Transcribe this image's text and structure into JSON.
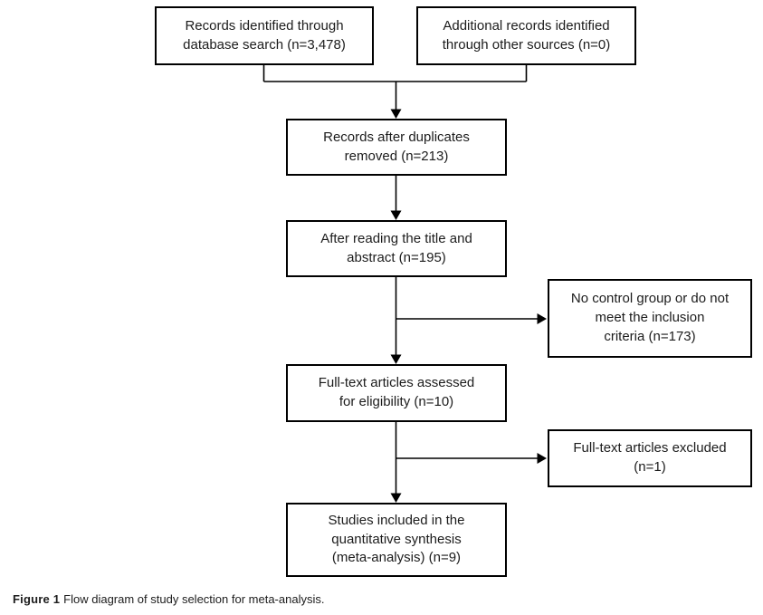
{
  "figure": {
    "caption_label": "Figure 1",
    "caption_text": "Flow diagram of study selection for meta-analysis."
  },
  "boxes": {
    "records_database": "Records identified through\ndatabase search (n=3,478)",
    "records_other": "Additional records identified\nthrough other sources (n=0)",
    "after_duplicates": "Records after duplicates\nremoved (n=213)",
    "title_abstract": "After reading the title and\nabstract (n=195)",
    "excluded_criteria": "No control group or do not\nmeet the inclusion\ncriteria (n=173)",
    "fulltext_assessed": "Full-text articles assessed\nfor eligibility (n=10)",
    "fulltext_excluded": "Full-text articles excluded\n(n=1)",
    "included_synthesis": "Studies included in the\nquantitative synthesis\n(meta-analysis) (n=9)"
  },
  "colors": {
    "line": "#000000",
    "background": "#ffffff"
  }
}
